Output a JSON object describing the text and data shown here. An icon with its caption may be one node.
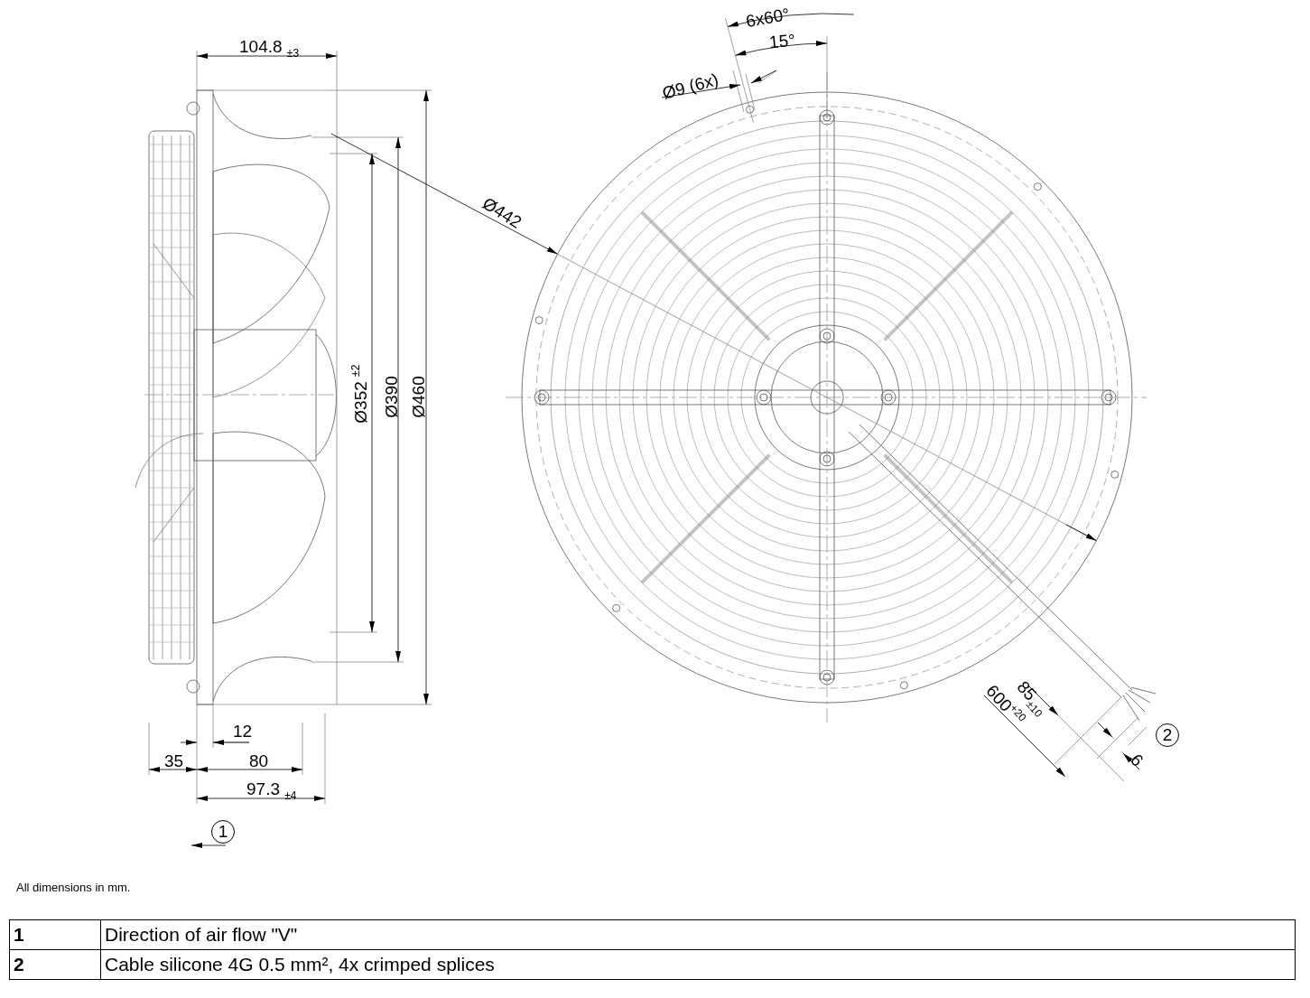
{
  "diagram": {
    "nodes": [
      {
        "text": [
          "1"
        ]
      },
      {
        "text": [
          "2"
        ]
      }
    ],
    "labels": [
      "6x60°",
      "15°",
      "104.8 $_{±3}$",
      "Ø9 (6x)",
      "Ø442",
      "Ø352 $^{±2}$",
      "Ø390",
      "Ø460",
      "85$_{±10}$",
      "600$^{+20}$",
      "6",
      "12",
      "35",
      "80",
      "97.3 $_{±4}$",
      "All dimensions in mm.",
      "1",
      "Direction of air flow \"V\"",
      "2",
      "Cable silicone 4G 0.5 mm², 4x crimped splices"
    ]
  }
}
